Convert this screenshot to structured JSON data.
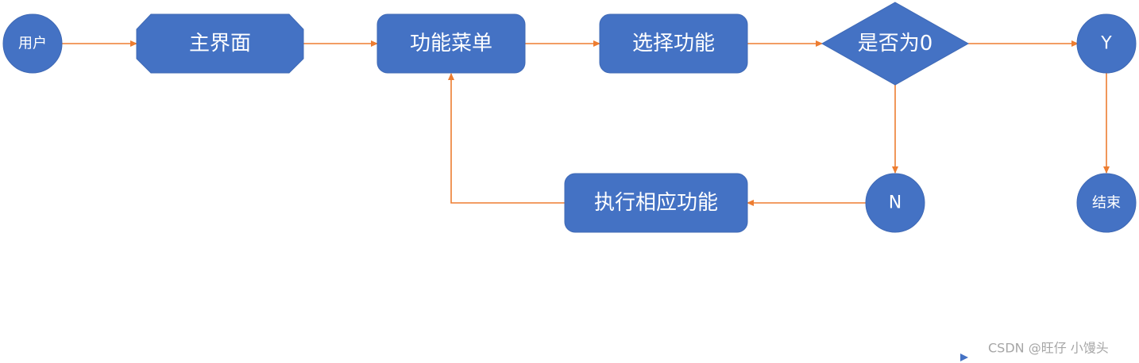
{
  "nodes": {
    "user": "用户",
    "main_screen": "主界面",
    "function_menu": "功能菜单",
    "select_function": "选择功能",
    "decision": "是否为0",
    "yes": "Y",
    "no": "N",
    "execute": "执行相应功能",
    "end": "结束"
  },
  "watermark": {
    "text": "CSDN @旺仔 小馒头"
  },
  "colors": {
    "node_fill": "#4472c4",
    "arrow": "#ed7d31",
    "node_text": "#ffffff",
    "watermark_text": "#a6a6a6"
  }
}
